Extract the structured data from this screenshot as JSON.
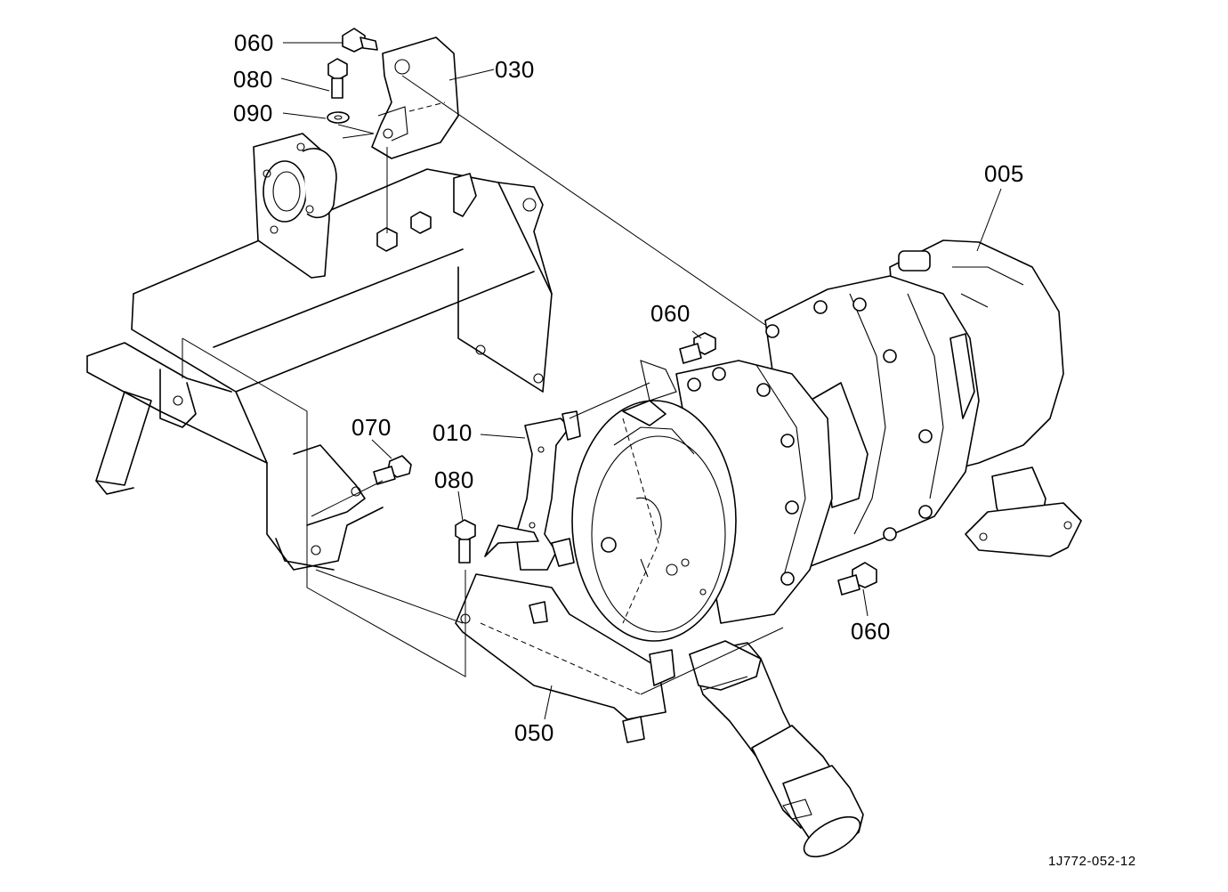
{
  "diagram": {
    "callouts": {
      "p060_top": "060",
      "p080_top": "080",
      "p090": "090",
      "p030": "030",
      "p005": "005",
      "p060_mid": "060",
      "p070": "070",
      "p010": "010",
      "p080_mid": "080",
      "p060_bottom": "060",
      "p050": "050"
    },
    "drawing_number": "1J772-052-12"
  }
}
